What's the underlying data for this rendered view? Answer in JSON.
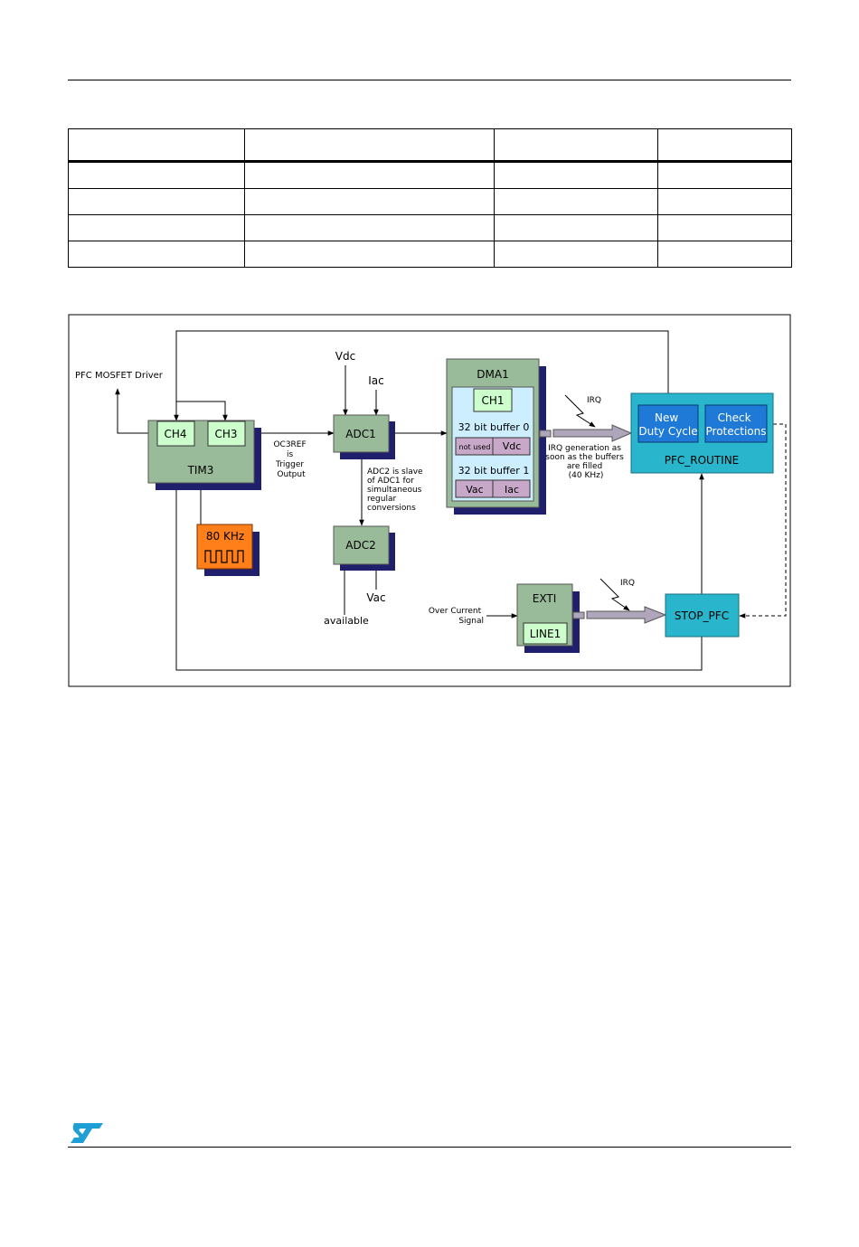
{
  "diagram": {
    "pfc_mosfet_driver": "PFC MOSFET Driver",
    "tim3": {
      "label": "TIM3",
      "ch4": "CH4",
      "ch3": "CH3"
    },
    "clock": {
      "label": "80 KHz"
    },
    "oc3ref": [
      "OC3REF",
      "is",
      "Trigger",
      "Output"
    ],
    "adc1": {
      "label": "ADC1",
      "vdc": "Vdc",
      "iac": "Iac"
    },
    "adc2": {
      "label": "ADC2",
      "vac": "Vac",
      "available": "available"
    },
    "adc2_note": [
      "ADC2 is slave",
      "of ADC1 for",
      "simultaneous",
      "regular",
      "conversions"
    ],
    "dma1": {
      "label": "DMA1",
      "ch1": "CH1",
      "buffer0": "32 bit buffer 0",
      "buffer0_cells": [
        "not used",
        "Vdc"
      ],
      "buffer1": "32 bit buffer 1",
      "buffer1_cells": [
        "Vac",
        "Iac"
      ]
    },
    "irq": "IRQ",
    "irq_note": [
      "IRQ generation as",
      "soon as the buffers",
      "are filled",
      "(40 KHz)"
    ],
    "pfc_routine": {
      "label": "PFC_ROUTINE",
      "new_duty": [
        "New",
        "Duty Cycle"
      ],
      "check_prot": [
        "Check",
        "Protections"
      ]
    },
    "exti": {
      "label": "EXTI",
      "line1": "LINE1"
    },
    "over_current": [
      "Over Current",
      "Signal"
    ],
    "stop_pfc": "STOP_PFC"
  },
  "colors": {
    "block_green": "#99bb99",
    "block_green_light": "#ccffcc",
    "shadow": "#1f1f6b",
    "clock_orange": "#ff7f1a",
    "dma_inner": "#cceeff",
    "buffer_cell": "#c8a8c8",
    "pfc_cyan": "#29b6cc",
    "pfc_blue": "#1e7ad6",
    "arrow_fill": "#b0a6bc"
  }
}
